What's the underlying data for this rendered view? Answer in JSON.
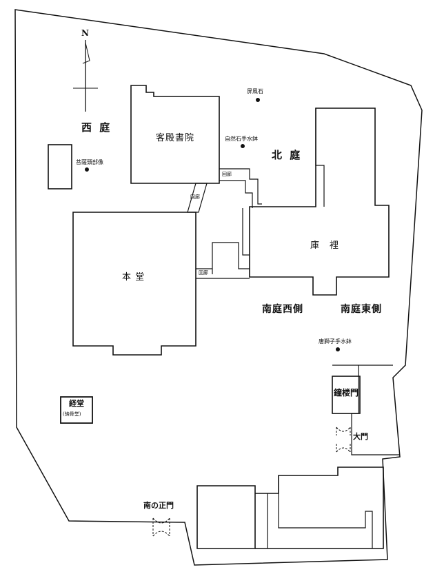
{
  "map": {
    "compass": {
      "north_label": "N"
    },
    "areas": {
      "west_garden": "西 庭",
      "north_garden": "北 庭",
      "south_garden_west": "南庭西側",
      "south_garden_east": "南庭東側"
    },
    "buildings": {
      "kyakuden_shoin": "客殿書院",
      "hondo": "本 堂",
      "kuri": "庫　裡",
      "shoromon": "鐘楼門",
      "kyodo": "経堂",
      "kyodo_sub": "(納骨堂)"
    },
    "corridors": {
      "corridor_upper": "回廊",
      "corridor_slant": "回廊",
      "corridor_lower": "回廊"
    },
    "landmarks": {
      "byobu_ishi": "屏風石",
      "shizen_ishi_chozubachi": "自然石手水鉢",
      "bosatsu_tobuzo": "菩薩頭部像",
      "karajishi_chozubachi": "唐獅子手水鉢"
    },
    "gates": {
      "daimon": "大門",
      "minami_seimon": "南の正門"
    }
  }
}
